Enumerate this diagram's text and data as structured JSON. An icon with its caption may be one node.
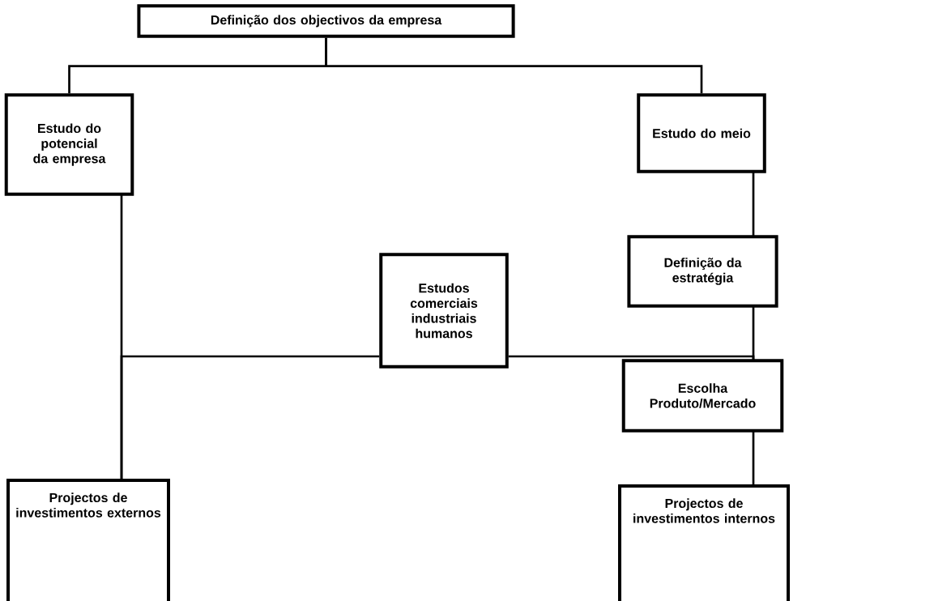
{
  "diagram": {
    "nodes": [
      {
        "text": [
          "Definição dos objectivos da empresa"
        ]
      },
      {
        "text": [
          "Estudo do potencial da empresa"
        ]
      },
      {
        "text": [
          "Estudo do meio"
        ]
      },
      {
        "text": [
          "Definição da estratégia"
        ]
      },
      {
        "text": [
          "Estudos comerciais industriais humanos"
        ]
      },
      {
        "text": [
          "Escolha Produto/Mercado"
        ]
      },
      {
        "text": [
          "Projectos de investimentos externos"
        ]
      },
      {
        "text": [
          "Projectos de investimentos internos"
        ]
      }
    ],
    "edges": [
      {
        "from": 0,
        "to": 1,
        "arrow": "none"
      },
      {
        "from": 0,
        "to": 2,
        "arrow": "none"
      },
      {
        "from": 1,
        "to": 6,
        "arrow": "none"
      },
      {
        "from": 2,
        "to": 3,
        "arrow": "none"
      },
      {
        "from": 3,
        "to": 5,
        "arrow": "none"
      },
      {
        "from": 4,
        "to": 6,
        "arrow": "none"
      },
      {
        "from": 4,
        "to": 5,
        "arrow": "none"
      },
      {
        "from": 5,
        "to": 7,
        "arrow": "none"
      }
    ]
  }
}
